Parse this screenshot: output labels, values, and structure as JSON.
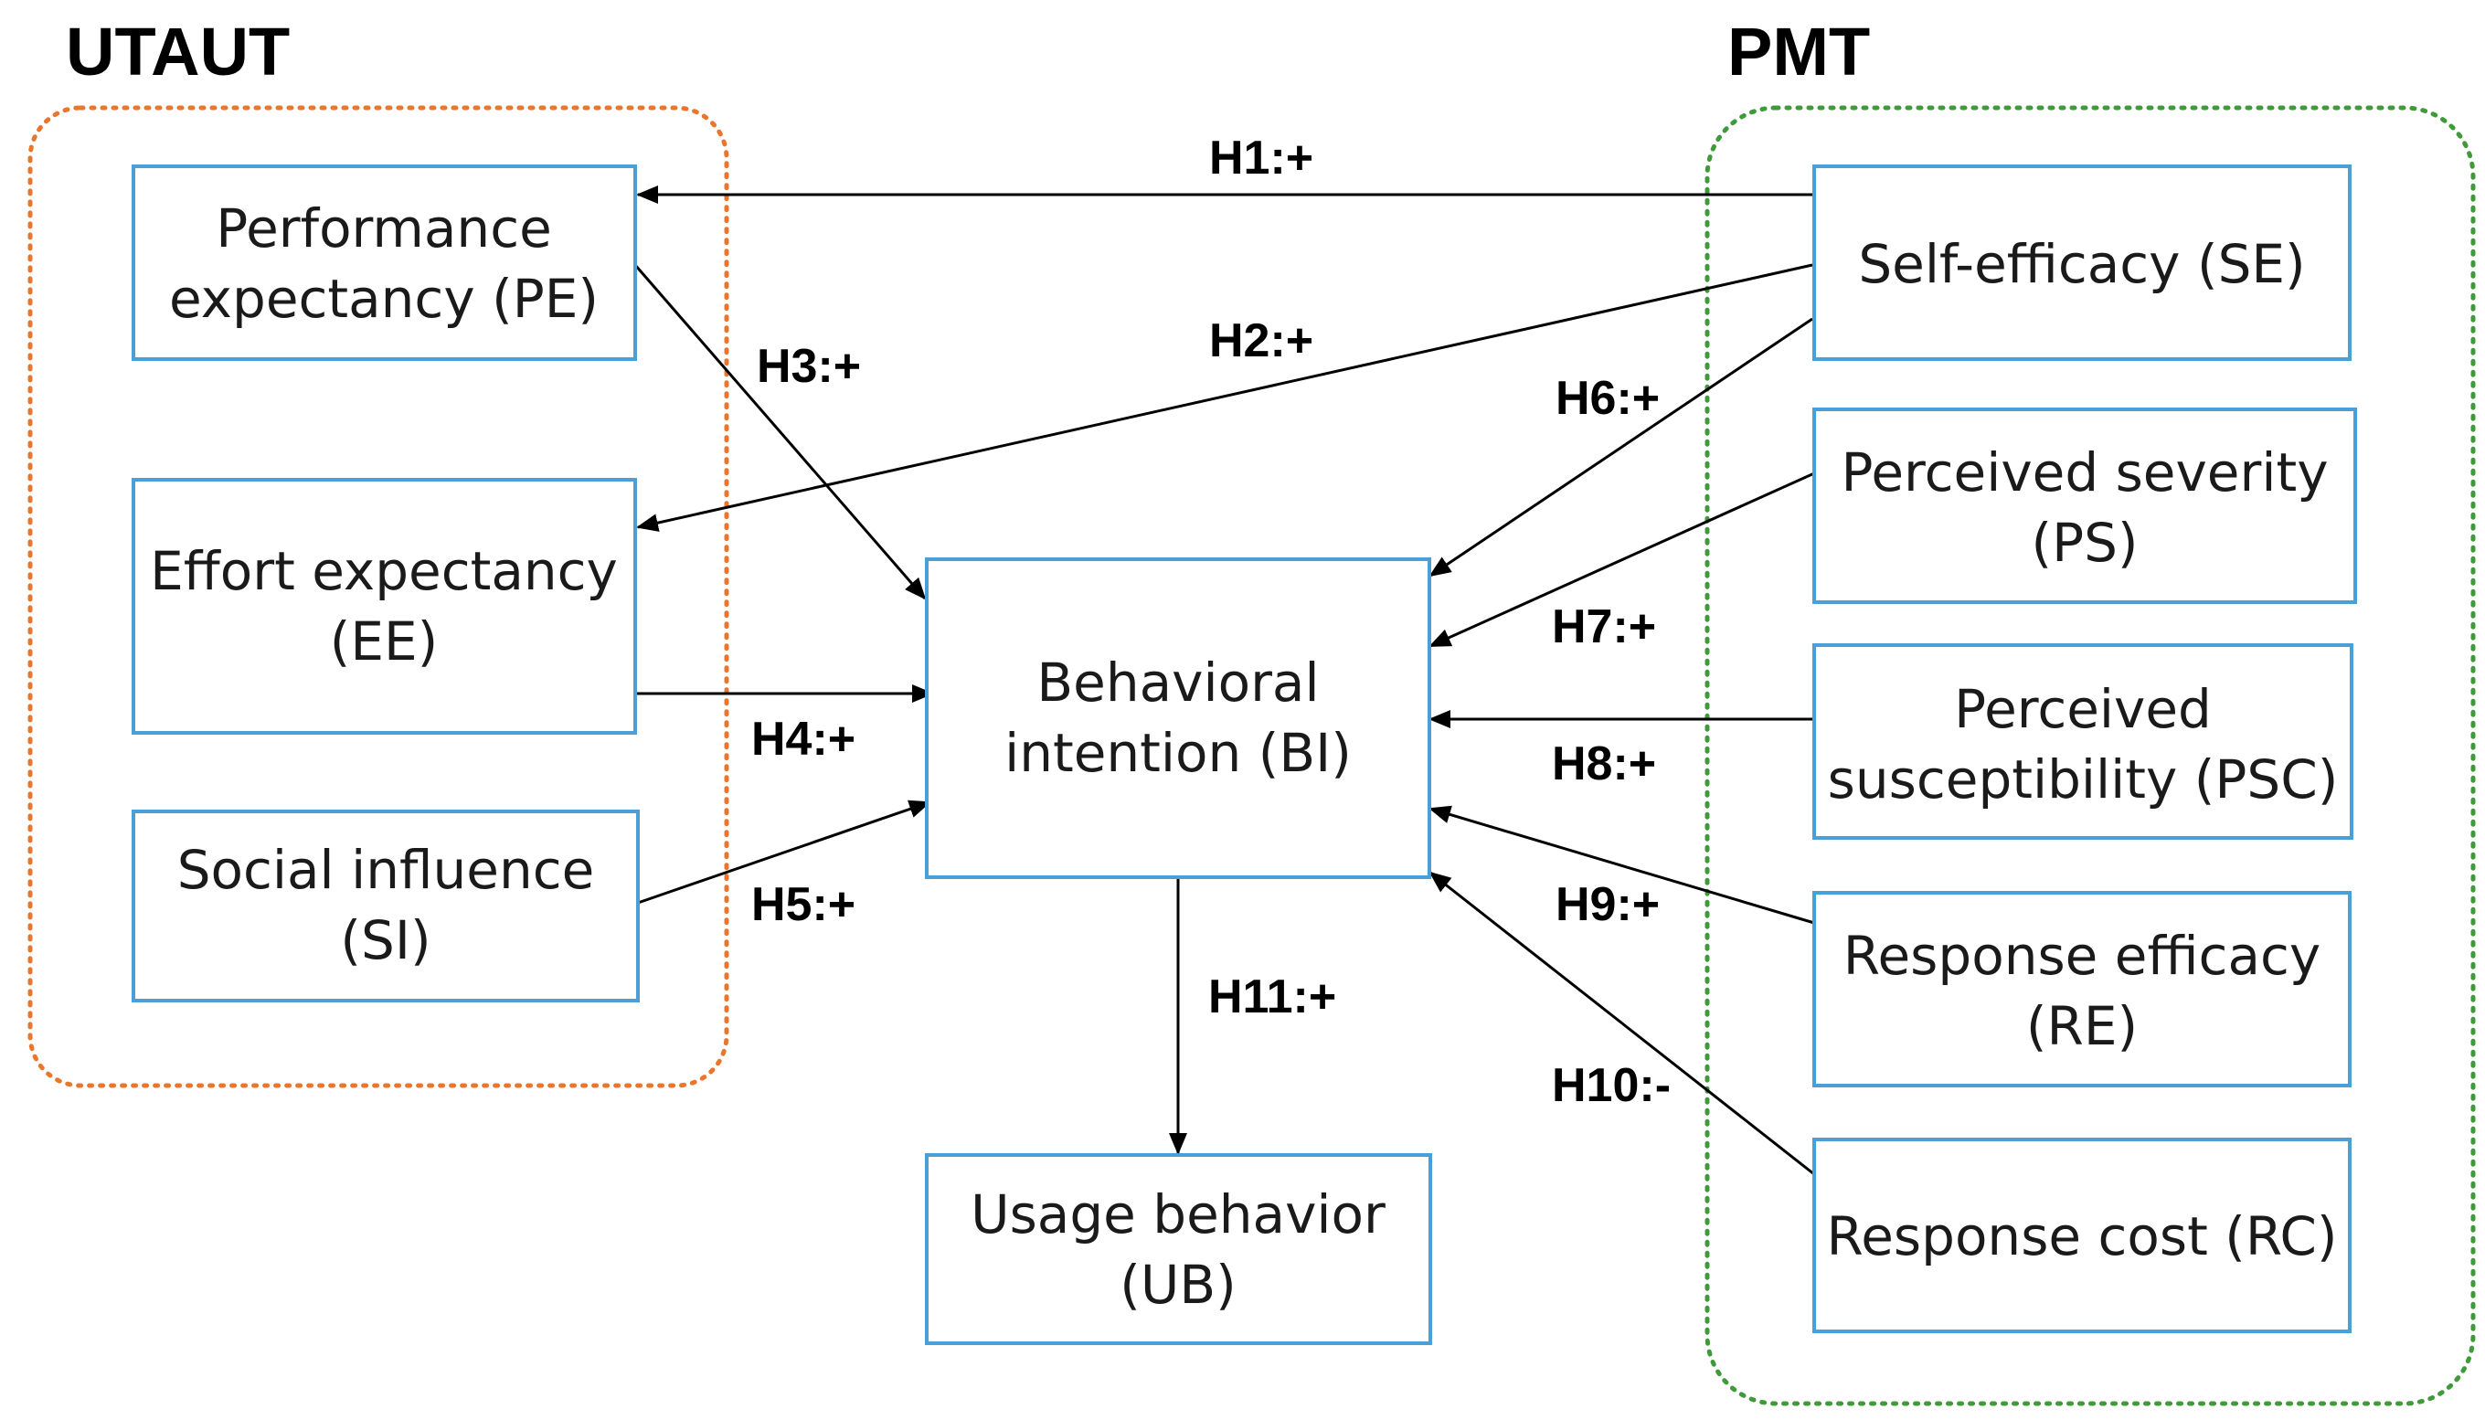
{
  "groups": {
    "utaut": {
      "title": "UTAUT"
    },
    "pmt": {
      "title": "PMT"
    }
  },
  "boxes": {
    "pe": {
      "line1": "Performance",
      "line2": "expectancy (PE)"
    },
    "ee": {
      "line1": "Effort expectancy",
      "line2": "(EE)"
    },
    "si": {
      "line1": "Social influence",
      "line2": "(SI)"
    },
    "bi": {
      "line1": "Behavioral",
      "line2": "intention (BI)"
    },
    "ub": {
      "line1": "Usage behavior",
      "line2": "(UB)"
    },
    "se": {
      "line1": "Self-efficacy (SE)"
    },
    "ps": {
      "line1": "Perceived severity",
      "line2": "(PS)"
    },
    "psc": {
      "line1": "Perceived",
      "line2": "susceptibility (PSC)"
    },
    "re": {
      "line1": "Response efficacy",
      "line2": "(RE)"
    },
    "rc": {
      "line1": "Response cost (RC)"
    }
  },
  "hypotheses": {
    "h1": "H1:+",
    "h2": "H2:+",
    "h3": "H3:+",
    "h4": "H4:+",
    "h5": "H5:+",
    "h6": "H6:+",
    "h7": "H7:+",
    "h8": "H8:+",
    "h9": "H9:+",
    "h10": "H10:-",
    "h11": "H11:+"
  },
  "colors": {
    "box_border": "#4a9fd6",
    "utaut_border": "#e8762c",
    "pmt_border": "#3f9a3a",
    "arrow": "#000000"
  }
}
